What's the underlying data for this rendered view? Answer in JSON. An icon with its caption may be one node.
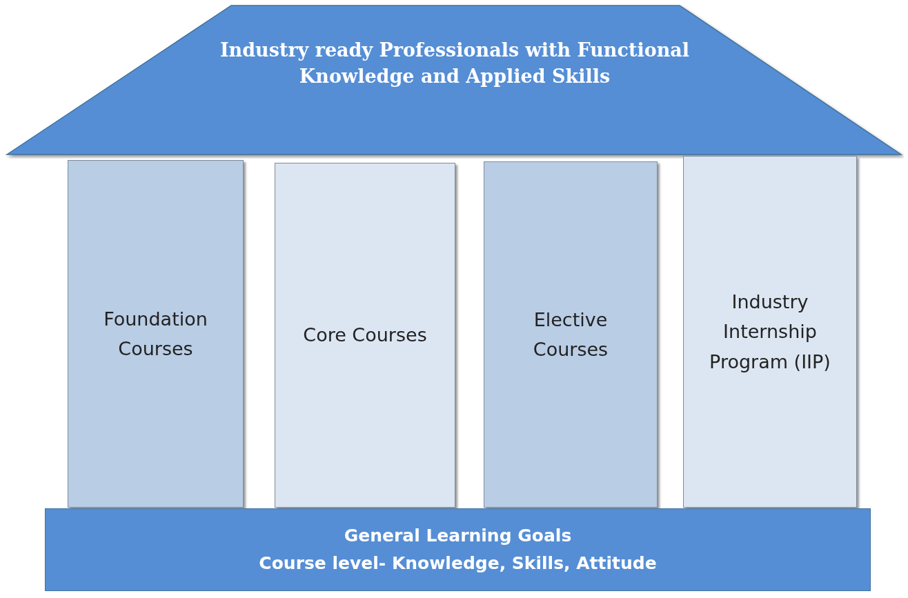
{
  "diagram": {
    "nodes": [
      {
        "text": [
          "Industry ready Professionals with Functional Knowledge and Applied Skills"
        ]
      },
      {
        "text": [
          "Foundation Courses"
        ]
      },
      {
        "text": [
          "Core Courses"
        ]
      },
      {
        "text": [
          "Elective Courses"
        ]
      },
      {
        "text": [
          "Industry Internship Program (IIP)"
        ]
      },
      {
        "text": [
          "General Learning Goals",
          "Course level- Knowledge, Skills, Attitude"
        ]
      }
    ],
    "edges": []
  }
}
